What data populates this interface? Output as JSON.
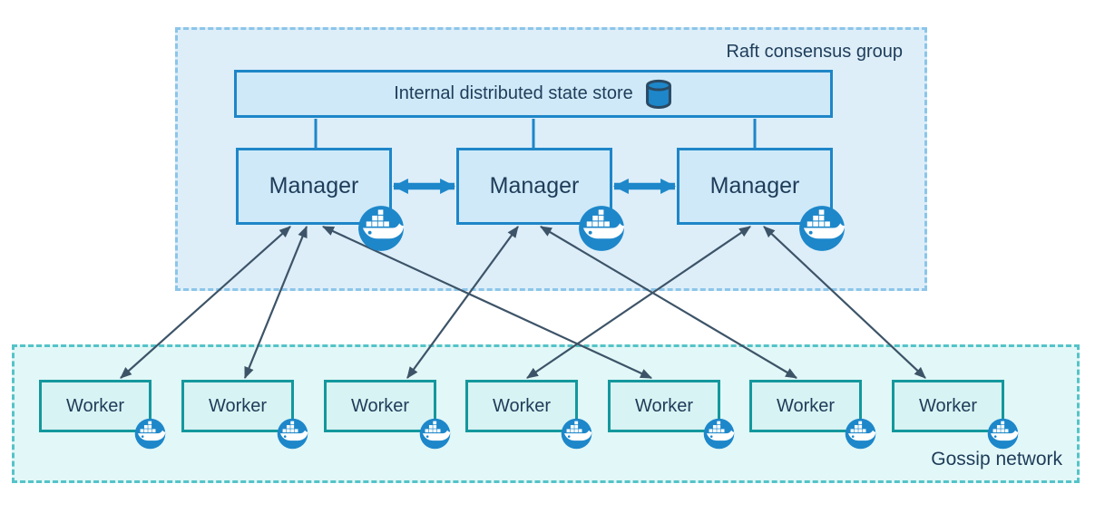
{
  "raft_group": {
    "label": "Raft consensus group",
    "state_store": {
      "label": "Internal distributed state store",
      "icon": "database-icon"
    },
    "managers": [
      {
        "label": "Manager",
        "icon": "docker-icon"
      },
      {
        "label": "Manager",
        "icon": "docker-icon"
      },
      {
        "label": "Manager",
        "icon": "docker-icon"
      }
    ],
    "store_links": [
      0,
      1,
      2
    ],
    "peer_links": [
      [
        0,
        1
      ],
      [
        1,
        2
      ]
    ]
  },
  "gossip_network": {
    "label": "Gossip network",
    "workers": [
      {
        "label": "Worker",
        "icon": "docker-icon"
      },
      {
        "label": "Worker",
        "icon": "docker-icon"
      },
      {
        "label": "Worker",
        "icon": "docker-icon"
      },
      {
        "label": "Worker",
        "icon": "docker-icon"
      },
      {
        "label": "Worker",
        "icon": "docker-icon"
      },
      {
        "label": "Worker",
        "icon": "docker-icon"
      },
      {
        "label": "Worker",
        "icon": "docker-icon"
      }
    ]
  },
  "edges": [
    {
      "from": "manager-1",
      "to": "worker-1",
      "style": "double-headed-arrow"
    },
    {
      "from": "manager-1",
      "to": "worker-2",
      "style": "double-headed-arrow"
    },
    {
      "from": "manager-2",
      "to": "worker-3",
      "style": "double-headed-arrow"
    },
    {
      "from": "manager-3",
      "to": "worker-4",
      "style": "double-headed-arrow"
    },
    {
      "from": "manager-1",
      "to": "worker-5",
      "style": "double-headed-arrow"
    },
    {
      "from": "manager-2",
      "to": "worker-6",
      "style": "double-headed-arrow"
    },
    {
      "from": "manager-3",
      "to": "worker-7",
      "style": "double-headed-arrow"
    }
  ],
  "colors": {
    "raft_fill": "#ddeef9",
    "raft_border": "#8cc5e9",
    "gossip_fill": "#e2f7f7",
    "gossip_border": "#55c3c7",
    "blue_node_fill": "#cfe9f8",
    "blue_node_border": "#1e86c8",
    "worker_fill": "#d8f3f3",
    "worker_border": "#13989d",
    "docker_blue": "#1d87ca",
    "edge_dark": "#3d5468",
    "text": "#1e3c59"
  }
}
